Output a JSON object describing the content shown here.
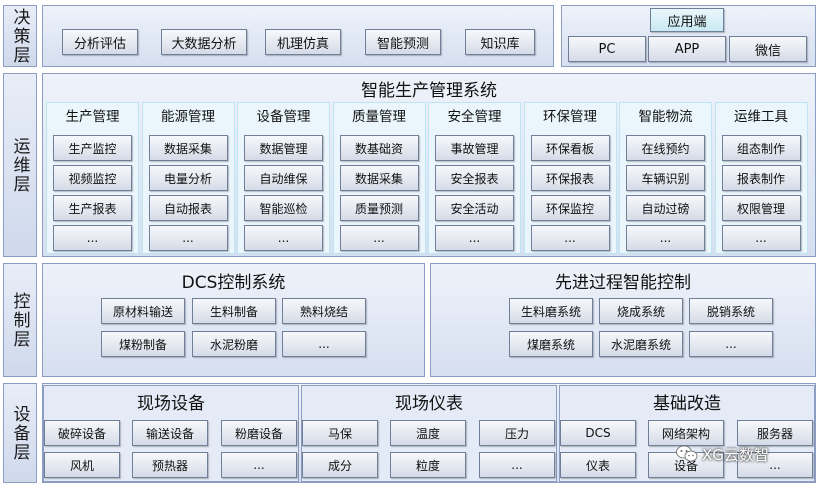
{
  "layers": {
    "decision": "决策层",
    "operation": "运维层",
    "control": "控制层",
    "equipment": "设备层"
  },
  "decision": {
    "items": [
      "分析评估",
      "大数据分析",
      "机理仿真",
      "智能预测",
      "知识库"
    ],
    "app_title": "应用端",
    "app_items": [
      "PC",
      "APP",
      "微信"
    ]
  },
  "operation": {
    "title": "智能生产管理系统",
    "columns": [
      {
        "title": "生产管理",
        "items": [
          "生产监控",
          "视频监控",
          "生产报表",
          "..."
        ]
      },
      {
        "title": "能源管理",
        "items": [
          "数据采集",
          "电量分析",
          "自动报表",
          "..."
        ]
      },
      {
        "title": "设备管理",
        "items": [
          "数据管理",
          "自动维保",
          "智能巡检",
          "..."
        ]
      },
      {
        "title": "质量管理",
        "items": [
          "数基础资",
          "数据采集",
          "质量预测",
          "..."
        ]
      },
      {
        "title": "安全管理",
        "items": [
          "事故管理",
          "安全报表",
          "安全活动",
          "..."
        ]
      },
      {
        "title": "环保管理",
        "items": [
          "环保看板",
          "环保报表",
          "环保监控",
          "..."
        ]
      },
      {
        "title": "智能物流",
        "items": [
          "在线预约",
          "车辆识别",
          "自动过磅",
          "..."
        ]
      },
      {
        "title": "运维工具",
        "items": [
          "组态制作",
          "报表制作",
          "权限管理",
          "..."
        ]
      }
    ]
  },
  "control": {
    "left_title": "DCS控制系统",
    "left_items": [
      "原材料输送",
      "生料制备",
      "熟料烧结",
      "煤粉制备",
      "水泥粉磨",
      "..."
    ],
    "right_title": "先进过程智能控制",
    "right_items": [
      "生料磨系统",
      "烧成系统",
      "脱销系统",
      "煤磨系统",
      "水泥磨系统",
      "..."
    ]
  },
  "equipment": {
    "groups": [
      {
        "title": "现场设备",
        "items": [
          "破碎设备",
          "输送设备",
          "粉磨设备",
          "风机",
          "预热器",
          "..."
        ]
      },
      {
        "title": "现场仪表",
        "items": [
          "马保",
          "温度",
          "压力",
          "成分",
          "粒度",
          "..."
        ]
      },
      {
        "title": "基础改造",
        "items": [
          "DCS",
          "网络架构",
          "服务器",
          "仪表",
          "设备",
          "..."
        ]
      }
    ]
  },
  "watermark": "XG云数智",
  "colors": {
    "border": "#8b9dc3",
    "column_bg": "#eaf6fb",
    "panel_bg": "#d6dff0"
  }
}
